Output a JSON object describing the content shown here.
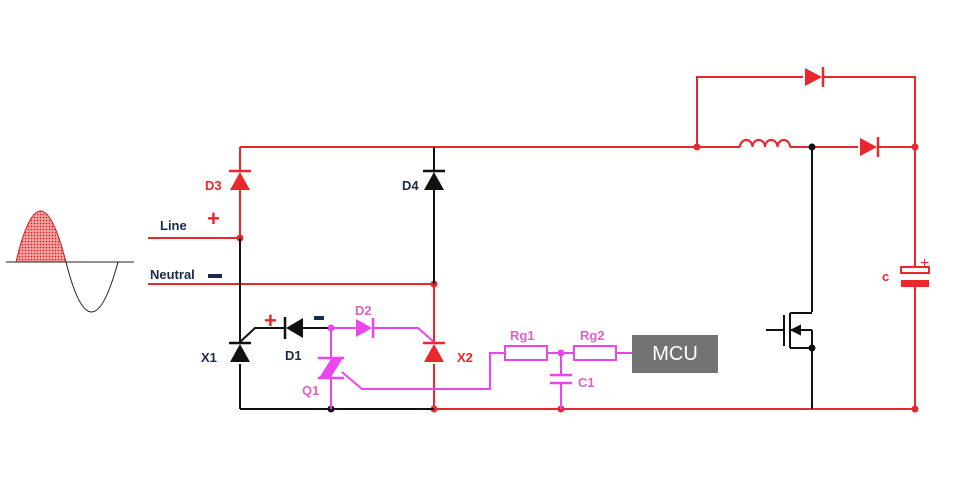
{
  "labels": {
    "line": "Line",
    "neutral": "Neutral",
    "d3": "D3",
    "d4": "D4",
    "d1": "D1",
    "d2": "D2",
    "x1": "X1",
    "x2": "X2",
    "q1": "Q1",
    "rg1": "Rg1",
    "rg2": "Rg2",
    "c1": "C1",
    "c": "c",
    "mcu": "MCU"
  },
  "signs": {
    "line_plus": "+",
    "neutral_minus": "-",
    "d1_plus": "+",
    "d1_minus": "-",
    "cap_plus": "+"
  },
  "colors": {
    "red": "#e8282d",
    "magenta": "#ee44ee",
    "black": "#111111",
    "navy": "#1a2a4a",
    "pink_label": "#e060c8",
    "mcu_bg": "#737373",
    "wave_fill": "#e05a5a"
  }
}
